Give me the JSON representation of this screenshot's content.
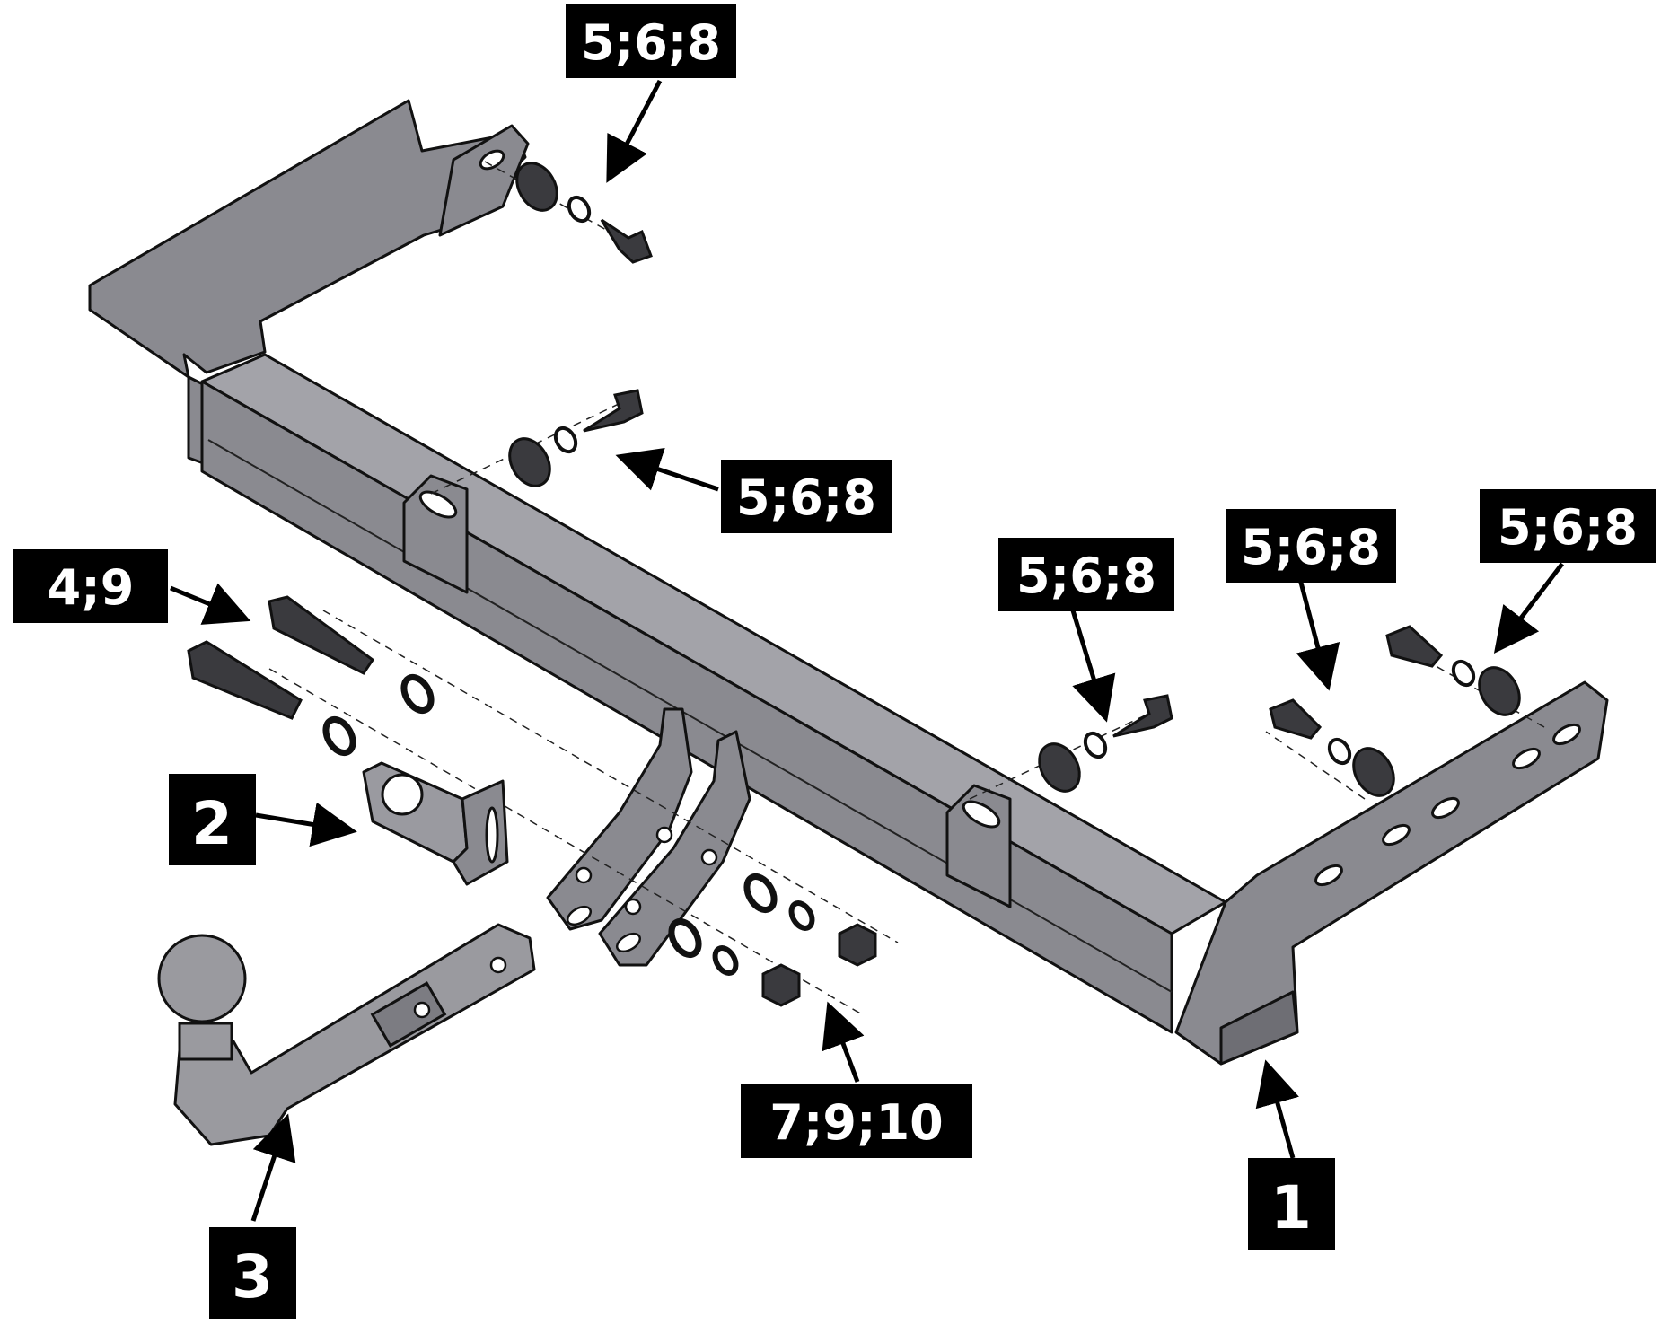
{
  "colors": {
    "frame": "#8a8a90",
    "frame_light": "#a3a3a9",
    "frame_dark": "#6e6e74",
    "hardware": "#3a3a3e",
    "ball": "#9a9a9f",
    "label_bg": "#000000",
    "label_fg": "#ffffff"
  },
  "labels": {
    "top_bolt": "5;6;8",
    "mid_bolt": "5;6;8",
    "bolt_set_4_9": "4;9",
    "part_2": "2",
    "part_3": "3",
    "nuts_7_9_10": "7;9;10",
    "right_bolt_a": "5;6;8",
    "right_bolt_b": "5;6;8",
    "right_bolt_c": "5;6;8",
    "part_1": "1"
  }
}
